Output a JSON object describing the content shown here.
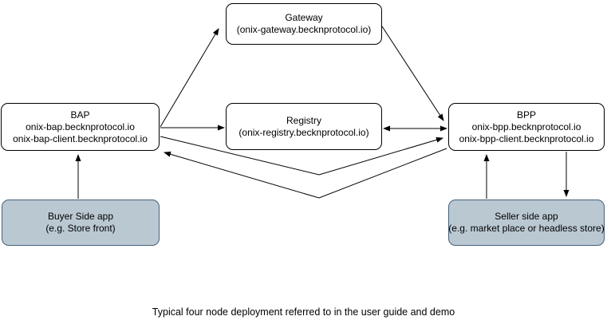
{
  "diagram": {
    "caption": "Typical four node deployment referred to in the user guide and demo",
    "colors": {
      "node_fill": "#ffffff",
      "node_border": "#000000",
      "app_fill": "#bac8d2",
      "app_border": "#44617a",
      "line": "#000000"
    },
    "nodes": {
      "gateway": {
        "lines": [
          "Gateway",
          "(onix-gateway.becknprotocol.io)"
        ]
      },
      "registry": {
        "lines": [
          "Registry",
          "(onix-registry.becknprotocol.io)"
        ]
      },
      "bap": {
        "lines": [
          "BAP",
          "onix-bap.becknprotocol.io",
          "onix-bap-client.becknprotocol.io"
        ]
      },
      "bpp": {
        "lines": [
          "BPP",
          "onix-bpp.becknprotocol.io",
          "onix-bpp-client.becknprotocol.io"
        ]
      },
      "buyer_app": {
        "lines": [
          "Buyer Side app",
          "(e.g. Store front)"
        ]
      },
      "seller_app": {
        "lines": [
          "Seller side app",
          "(e.g. market place or headless store)"
        ]
      }
    },
    "edges": [
      {
        "name": "bap-to-gateway",
        "from": "bap",
        "to": "gateway",
        "arrowheads": "end"
      },
      {
        "name": "gateway-to-bpp",
        "from": "gateway",
        "to": "bpp",
        "arrowheads": "end"
      },
      {
        "name": "bap-to-registry",
        "from": "bap",
        "to": "registry",
        "arrowheads": "end"
      },
      {
        "name": "registry-bpp",
        "from": "registry",
        "to": "bpp",
        "arrowheads": "both"
      },
      {
        "name": "bap-to-bpp",
        "from": "bap",
        "to": "bpp",
        "arrowheads": "end"
      },
      {
        "name": "bpp-to-bap",
        "from": "bpp",
        "to": "bap",
        "arrowheads": "end"
      },
      {
        "name": "buyer-app-to-bap",
        "from": "buyer_app",
        "to": "bap",
        "arrowheads": "end"
      },
      {
        "name": "seller-app-to-bpp",
        "from": "seller_app",
        "to": "bpp",
        "arrowheads": "end"
      },
      {
        "name": "bpp-to-seller-app",
        "from": "bpp",
        "to": "seller_app",
        "arrowheads": "end"
      }
    ]
  }
}
